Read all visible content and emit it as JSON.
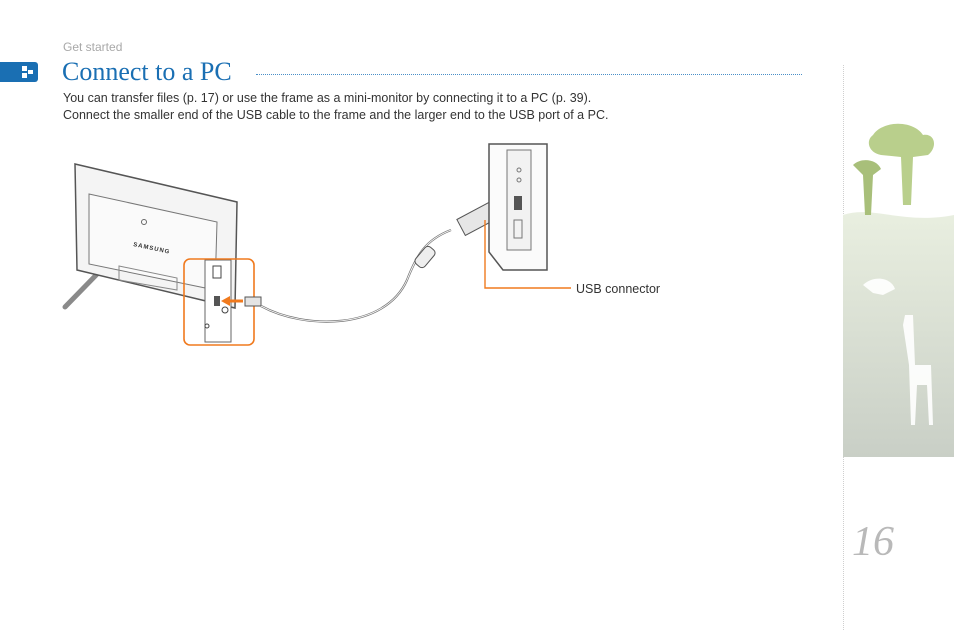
{
  "header": {
    "section_label": "Get started",
    "title": "Connect to a PC"
  },
  "intro": {
    "line1": "You can transfer files (p. 17) or use the frame as a mini-monitor by connecting it to a PC (p. 39).",
    "line2": "Connect the smaller end of the USB cable to the frame and the larger end to the USB port of a PC."
  },
  "illustration": {
    "brand": "SAMSUNG",
    "callout": "USB connector",
    "highlight_color": "#f07a1e"
  },
  "footer": {
    "page_number": "16"
  },
  "colors": {
    "accent": "#1a6fb3",
    "highlight": "#f07a1e"
  },
  "icons": {
    "section_marker": "section-marker-icon"
  }
}
